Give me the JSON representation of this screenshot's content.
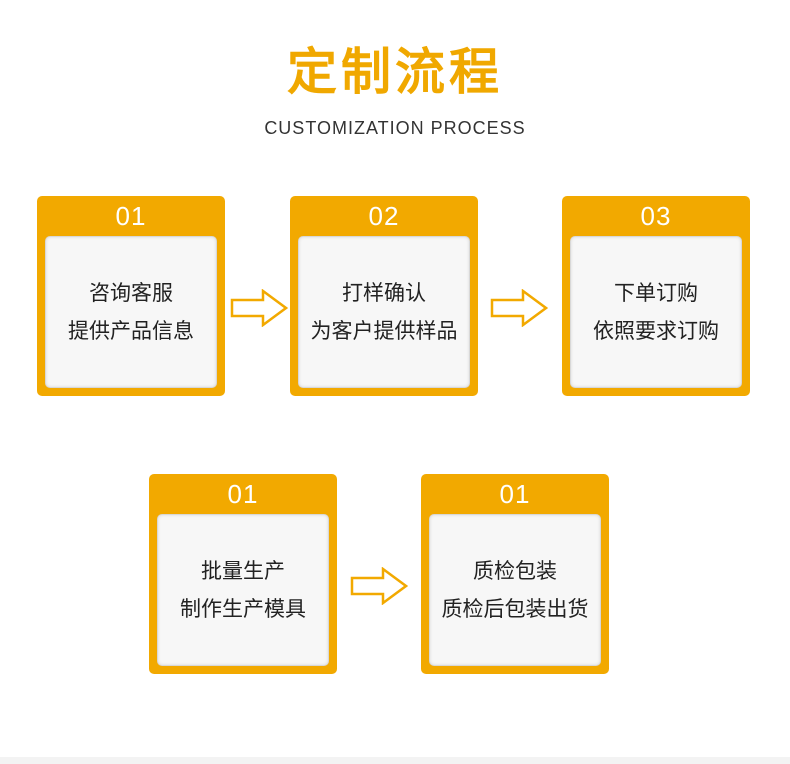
{
  "header": {
    "title": "定制流程",
    "subtitle": "CUSTOMIZATION PROCESS"
  },
  "steps": [
    {
      "number": "01",
      "line1": "咨询客服",
      "line2": "提供产品信息"
    },
    {
      "number": "02",
      "line1": "打样确认",
      "line2": "为客户提供样品"
    },
    {
      "number": "03",
      "line1": "下单订购",
      "line2": "依照要求订购"
    },
    {
      "number": "01",
      "line1": "批量生产",
      "line2": "制作生产模具"
    },
    {
      "number": "01",
      "line1": "质检包装",
      "line2": "质检后包装出货"
    }
  ],
  "colors": {
    "accent": "#f2a900",
    "title": "#f0a800",
    "card_inner": "#f7f7f7",
    "text": "#222222"
  },
  "icons": {
    "flow_arrow": "right-arrow-outline-icon"
  }
}
